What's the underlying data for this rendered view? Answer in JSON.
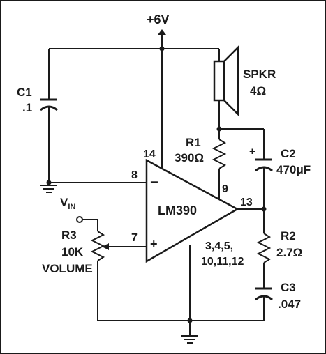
{
  "supply": {
    "label": "+6V"
  },
  "speaker": {
    "name": "SPKR",
    "value": "4Ω"
  },
  "c1": {
    "name": "C1",
    "value": ".1"
  },
  "r1": {
    "name": "R1",
    "value": "390Ω"
  },
  "c2": {
    "name": "C2",
    "value": "470μF",
    "polarity": "+"
  },
  "opamp": {
    "name": "LM390",
    "minus": "−",
    "plus": "+"
  },
  "pins": {
    "p14": "14",
    "p8": "8",
    "p7": "7",
    "p9": "9",
    "p13": "13",
    "gnd_line1": "3,4,5,",
    "gnd_line2": "10,11,12"
  },
  "vin": {
    "main": "V",
    "sub": "IN"
  },
  "r3": {
    "name": "R3",
    "value": "10K",
    "role": "VOLUME"
  },
  "r2": {
    "name": "R2",
    "value": "2.7Ω"
  },
  "c3": {
    "name": "C3",
    "value": ".047"
  },
  "colors": {
    "ink": "#1a1a1a",
    "background": "#ffffff"
  }
}
